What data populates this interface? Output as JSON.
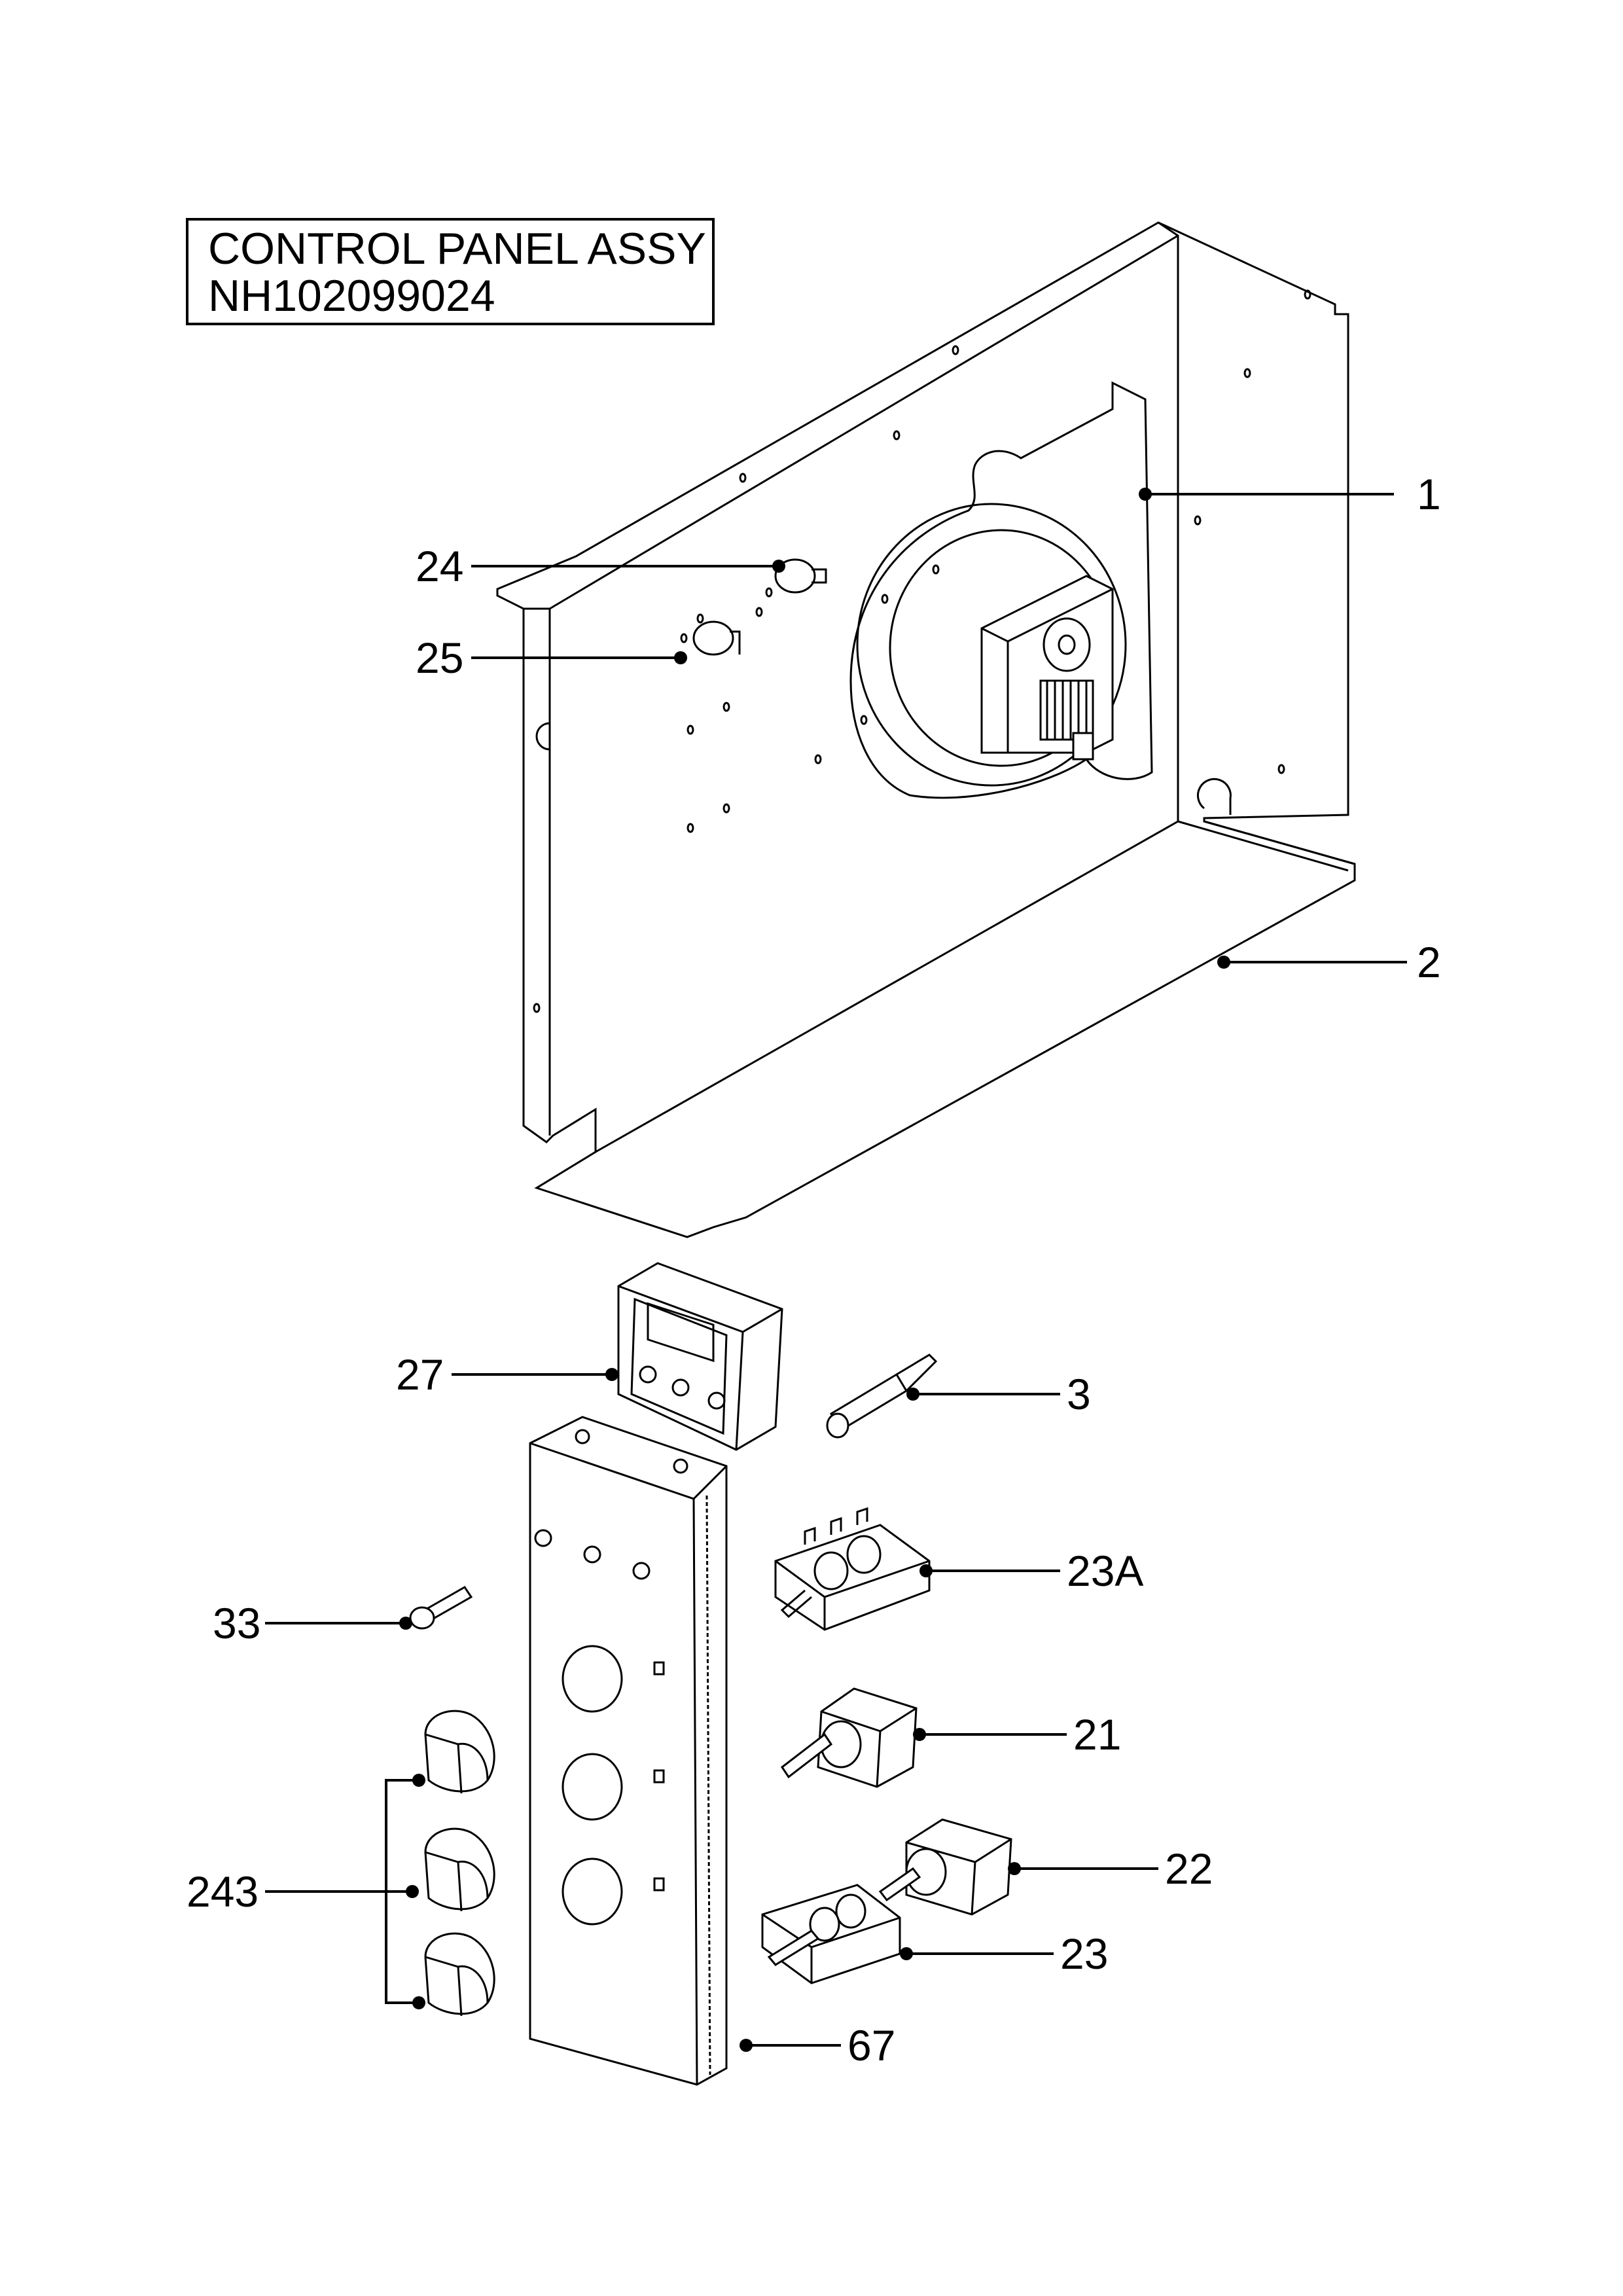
{
  "title": {
    "line1": "CONTROL PANEL ASSY",
    "line2": "NH102099024"
  },
  "callouts": [
    {
      "id": "c1",
      "label": "1"
    },
    {
      "id": "c2",
      "label": "2"
    },
    {
      "id": "c3",
      "label": "3"
    },
    {
      "id": "c21",
      "label": "21"
    },
    {
      "id": "c22",
      "label": "22"
    },
    {
      "id": "c23",
      "label": "23"
    },
    {
      "id": "c23a",
      "label": "23A"
    },
    {
      "id": "c24",
      "label": "24"
    },
    {
      "id": "c25",
      "label": "25"
    },
    {
      "id": "c27",
      "label": "27"
    },
    {
      "id": "c33",
      "label": "33"
    },
    {
      "id": "c67",
      "label": "67"
    },
    {
      "id": "c243",
      "label": "243"
    }
  ]
}
